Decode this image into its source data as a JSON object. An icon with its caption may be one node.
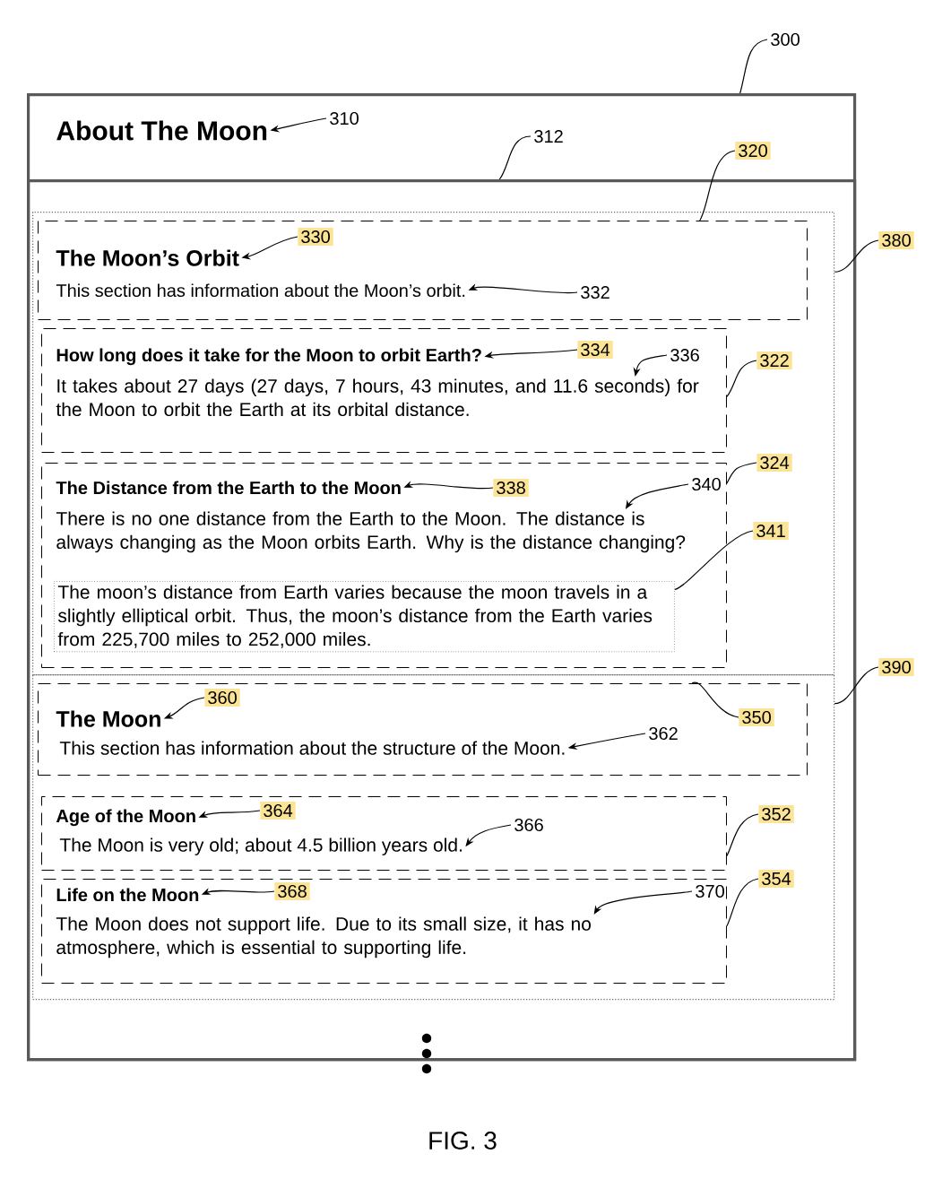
{
  "diagram": {
    "caption": "FIG. 3",
    "nodes": [
      {
        "text": [],
        "shape": "box"
      },
      {
        "text": [
          "About The Moon"
        ],
        "in": 0
      },
      {
        "text": [],
        "shape": "box",
        "in": 0
      },
      {
        "text": [],
        "shape": "box",
        "in": 2
      },
      {
        "text": [],
        "shape": "box",
        "in": 3
      },
      {
        "text": [
          "The Moon’s Orbit"
        ],
        "in": 4
      },
      {
        "text": [
          "This section has information about the Moon’s orbit."
        ],
        "in": 4
      },
      {
        "text": [],
        "shape": "box",
        "in": 3
      },
      {
        "text": [
          "How long does it take for the Moon to orbit Earth?"
        ],
        "in": 7
      },
      {
        "text": [
          "It takes about 27 days (27 days, 7 hours, 43 minutes, and 11.6 seconds) for the Moon to orbit the Earth at its orbital distance."
        ],
        "in": 7
      },
      {
        "text": [],
        "shape": "box",
        "in": 3
      },
      {
        "text": [
          "The Distance from the Earth to the Moon"
        ],
        "in": 10
      },
      {
        "text": [
          "There is no one distance from the Earth to the Moon.  The distance is always changing as the Moon orbits Earth.  Why is the distance changing?"
        ],
        "in": 10
      },
      {
        "text": [
          "The moon’s distance from Earth varies because the moon travels in a slightly elliptical orbit.  Thus, the moon’s distance from the Earth varies from 225,700 miles to 252,000 miles."
        ],
        "in": 10
      },
      {
        "text": [],
        "shape": "box",
        "in": 2
      },
      {
        "text": [],
        "shape": "box",
        "in": 14
      },
      {
        "text": [
          "The Moon"
        ],
        "in": 15
      },
      {
        "text": [
          "This section has information about the structure of the Moon."
        ],
        "in": 15
      },
      {
        "text": [],
        "shape": "box",
        "in": 14
      },
      {
        "text": [
          "Age of the Moon"
        ],
        "in": 18
      },
      {
        "text": [
          "The Moon is very old; about 4.5 billion years old."
        ],
        "in": 18
      },
      {
        "text": [],
        "shape": "box",
        "in": 14
      },
      {
        "text": [
          "Life on the Moon"
        ],
        "in": 21
      },
      {
        "text": [
          "The Moon does not support life.  Due to its small size, it has no atmosphere, which is essential to supporting life."
        ],
        "in": 21
      },
      {
        "text": [
          "300"
        ]
      },
      {
        "text": [
          "310"
        ],
        "in": 0
      },
      {
        "text": [
          "312"
        ],
        "in": 0
      },
      {
        "text": [
          "320"
        ],
        "in": 0
      },
      {
        "text": [
          "380"
        ]
      },
      {
        "text": [
          "330"
        ],
        "in": 4
      },
      {
        "text": [
          "332"
        ],
        "in": 4
      },
      {
        "text": [
          "334"
        ],
        "in": 7
      },
      {
        "text": [
          "336"
        ],
        "in": 7
      },
      {
        "text": [
          "322"
        ],
        "in": 3
      },
      {
        "text": [
          "338"
        ],
        "in": 10
      },
      {
        "text": [
          "340"
        ],
        "in": 10
      },
      {
        "text": [
          "324"
        ],
        "in": 3
      },
      {
        "text": [
          "341"
        ],
        "in": 3
      },
      {
        "text": [
          "390"
        ]
      },
      {
        "text": [
          "360"
        ],
        "in": 15
      },
      {
        "text": [
          "350"
        ],
        "in": 15
      },
      {
        "text": [
          "362"
        ],
        "in": 15
      },
      {
        "text": [
          "364"
        ],
        "in": 18
      },
      {
        "text": [
          "366"
        ],
        "in": 18
      },
      {
        "text": [
          "352"
        ],
        "in": 14
      },
      {
        "text": [
          "354"
        ],
        "in": 14
      },
      {
        "text": [
          "368"
        ],
        "in": 21
      },
      {
        "text": [
          "370"
        ],
        "in": 21
      }
    ],
    "edges": [
      {
        "from": 24,
        "to": 0,
        "arrow": "none"
      },
      {
        "from": 25,
        "to": 1,
        "arrow": "to"
      },
      {
        "from": 26,
        "to": 2,
        "arrow": "none"
      },
      {
        "from": 27,
        "to": 4,
        "arrow": "none"
      },
      {
        "from": 28,
        "to": 3,
        "arrow": "none"
      },
      {
        "from": 29,
        "to": 5,
        "arrow": "to"
      },
      {
        "from": 30,
        "to": 6,
        "arrow": "to"
      },
      {
        "from": 31,
        "to": 8,
        "arrow": "to"
      },
      {
        "from": 32,
        "to": 9,
        "arrow": "to"
      },
      {
        "from": 33,
        "to": 7,
        "arrow": "none"
      },
      {
        "from": 34,
        "to": 11,
        "arrow": "to"
      },
      {
        "from": 35,
        "to": 12,
        "arrow": "to"
      },
      {
        "from": 36,
        "to": 10,
        "arrow": "none"
      },
      {
        "from": 37,
        "to": 13,
        "arrow": "none"
      },
      {
        "from": 38,
        "to": 14,
        "arrow": "none"
      },
      {
        "from": 39,
        "to": 16,
        "arrow": "to"
      },
      {
        "from": 40,
        "to": 15,
        "arrow": "none"
      },
      {
        "from": 41,
        "to": 17,
        "arrow": "to"
      },
      {
        "from": 42,
        "to": 19,
        "arrow": "to"
      },
      {
        "from": 43,
        "to": 20,
        "arrow": "to"
      },
      {
        "from": 44,
        "to": 18,
        "arrow": "none"
      },
      {
        "from": 45,
        "to": 21,
        "arrow": "none"
      },
      {
        "from": 46,
        "to": 22,
        "arrow": "to"
      },
      {
        "from": 47,
        "to": 23,
        "arrow": "to"
      }
    ]
  }
}
